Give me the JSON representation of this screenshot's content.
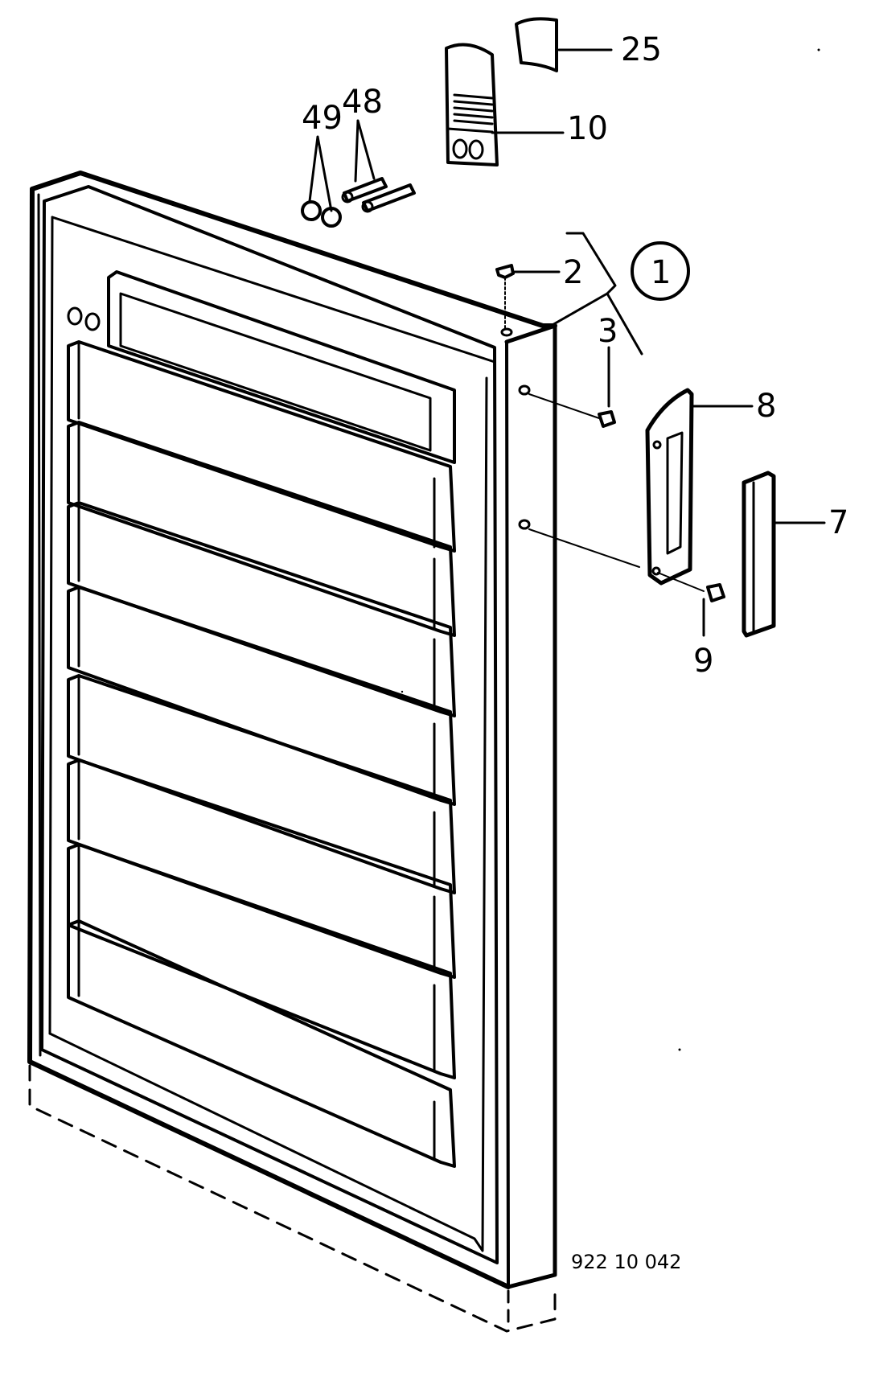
{
  "callouts": {
    "c25": "25",
    "c10": "10",
    "c49": "49",
    "c48": "48",
    "c2": "2",
    "c1": "1",
    "c3": "3",
    "c8": "8",
    "c7": "7",
    "c9": "9"
  },
  "drawing_number": "922 10 042"
}
